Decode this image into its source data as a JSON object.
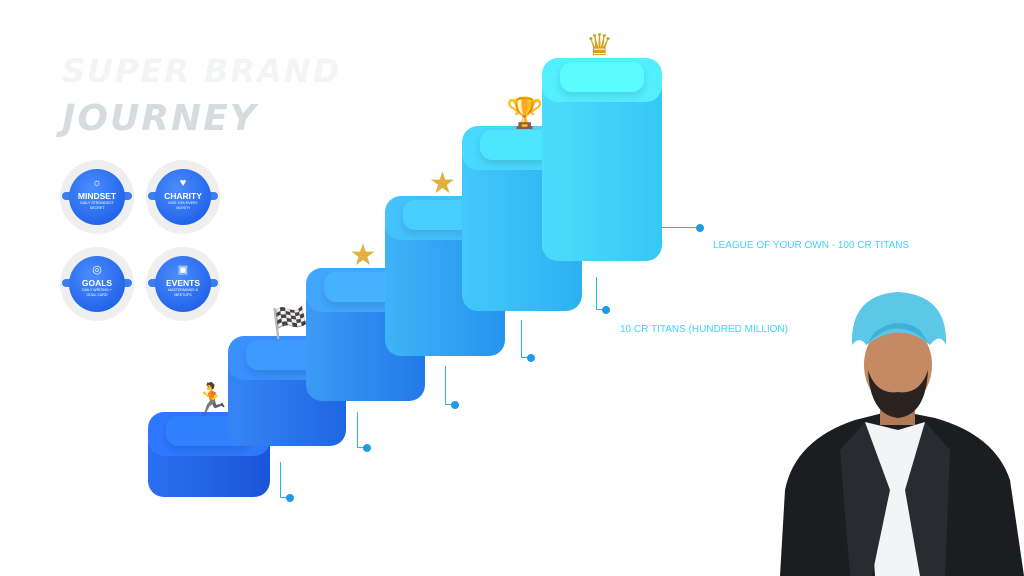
{
  "title": {
    "line1": "SUPER BRAND",
    "line2": "JOURNEY"
  },
  "badges": [
    {
      "label": "MINDSET",
      "sub": "DAILY STRONGEST SECRET",
      "icon": "brain-head-icon"
    },
    {
      "label": "CHARITY",
      "sub": "GIVE 10% EVERY MONTH",
      "icon": "giving-hand-icon"
    },
    {
      "label": "GOALS",
      "sub": "DAILY WRITING + GOAL CARD",
      "icon": "target-icon"
    },
    {
      "label": "EVENTS",
      "sub": "MASTERMINDS & MEETUPS",
      "icon": "presentation-icon"
    }
  ],
  "steps": [
    {
      "icon": "running-man-icon"
    },
    {
      "icon": "checkered-flags-icon"
    },
    {
      "icon": "star-trophy-icon"
    },
    {
      "icon": "star-award-icon"
    },
    {
      "icon": "trophy-laurel-icon"
    },
    {
      "icon": "crown-icon"
    }
  ],
  "labels": {
    "level6": "LEAGUE OF YOUR OWN - 100 CR TITANS",
    "level5": "10 CR TITANS (HUNDRED MILLION)"
  },
  "colors": {
    "step_dark": "#1a5ee0",
    "step_light": "#45dcfa",
    "label": "#3fd4f6",
    "turban": "#5cc8e8"
  }
}
